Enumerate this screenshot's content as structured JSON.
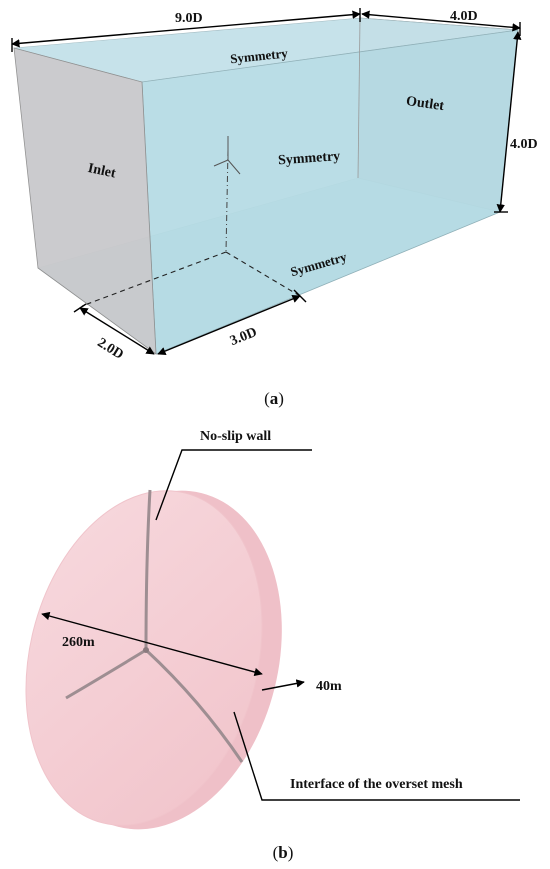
{
  "figure_a": {
    "caption_open": "(",
    "caption_letter": "a",
    "caption_close": ")",
    "dims": {
      "length": "9.0D",
      "width_top": "4.0D",
      "height": "4.0D",
      "bottom_depth": "2.0D",
      "bottom_span": "3.0D"
    },
    "faces": {
      "inlet": "Inlet",
      "outlet": "Outlet",
      "symmetry_top": "Symmetry",
      "symmetry_side": "Symmetry",
      "symmetry_bottom": "Symmetry"
    },
    "colors": {
      "side_face": "#c9c9cc",
      "fluid_face": "#b5dbe4"
    }
  },
  "figure_b": {
    "caption_open": "(",
    "caption_letter": "b",
    "caption_close": ")",
    "labels": {
      "wall": "No-slip wall",
      "diameter": "260m",
      "thickness": "40m",
      "interface": "Interface of the overset mesh"
    },
    "colors": {
      "disk": "#f4cdd3"
    }
  }
}
